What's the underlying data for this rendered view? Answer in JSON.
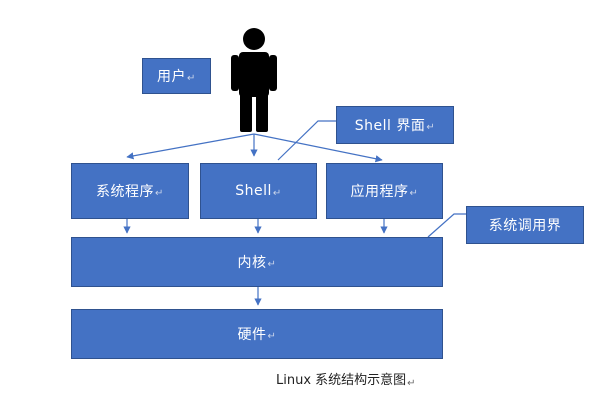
{
  "diagram": {
    "user_label": "用户",
    "shell_interface_label": "Shell 界面",
    "system_programs_label": "系统程序",
    "shell_label": "Shell",
    "applications_label": "应用程序",
    "system_call_boundary_label": "系统调用界",
    "kernel_label": "内核",
    "hardware_label": "硬件",
    "paragraph_mark": "↵",
    "caption": "Linux 系统结构示意图"
  },
  "colors": {
    "box_fill": "#4472c4",
    "box_border": "#2f528f",
    "box_text": "#ffffff",
    "connector": "#4472c4",
    "person_silhouette": "#000000"
  },
  "icons": {
    "person": "person-silhouette-icon"
  }
}
